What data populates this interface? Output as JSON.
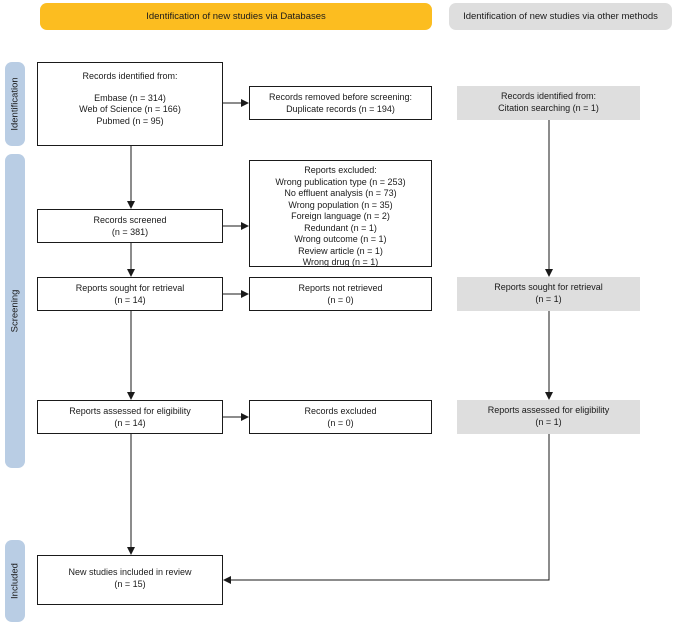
{
  "headers": {
    "databases": "Identification of new studies via Databases",
    "other": "Identification of new studies via other methods"
  },
  "phases": {
    "identification": "Identification",
    "screening": "Screening",
    "included": "Included"
  },
  "boxes": {
    "records_identified": {
      "title": "Records identified from:",
      "lines": [
        "Embase (n =  314)",
        "Web of Science (n =  166)",
        "Pubmed (n =  95)"
      ]
    },
    "records_removed": {
      "title": "Records removed before screening:",
      "lines": [
        "Duplicate records (n = 194)"
      ]
    },
    "records_screened": {
      "title": "Records screened",
      "lines": [
        "(n = 381)"
      ]
    },
    "reports_excluded": {
      "title": "Reports excluded:",
      "lines": [
        "Wrong publication type  (n = 253)",
        "No effluent analysis  (n =  73)",
        "Wrong population  (n =  35)",
        "Foreign language  (n =  2)",
        "Redundant  (n =  1)",
        "Wrong outcome  (n =  1)",
        "Review article  (n =  1)",
        "Wrong drug  (n =  1)"
      ]
    },
    "sought_retrieval": {
      "title": "Reports sought for retrieval",
      "lines": [
        "(n = 14)"
      ]
    },
    "not_retrieved": {
      "title": "Reports not retrieved",
      "lines": [
        "(n = 0)"
      ]
    },
    "assessed_eligibility": {
      "title": "Reports assessed for eligibility",
      "lines": [
        "(n = 14)"
      ]
    },
    "records_excluded": {
      "title": "Records excluded",
      "lines": [
        "(n = 0)"
      ]
    },
    "included": {
      "title": "New studies included in review",
      "lines": [
        "(n = 15)"
      ]
    },
    "other_identified": {
      "title": "Records identified from:",
      "lines": [
        "Citation searching  (n = 1)"
      ]
    },
    "other_sought": {
      "title": "Reports sought for retrieval",
      "lines": [
        "(n = 1)"
      ]
    },
    "other_assessed": {
      "title": "Reports assessed for eligibility",
      "lines": [
        "(n = 1)"
      ]
    }
  },
  "colors": {
    "databases_header": "#fcbd20",
    "other_header": "#dedede",
    "phase_bar": "#b9cde4",
    "grey_box": "#dedede",
    "line": "#1a1a1a"
  }
}
